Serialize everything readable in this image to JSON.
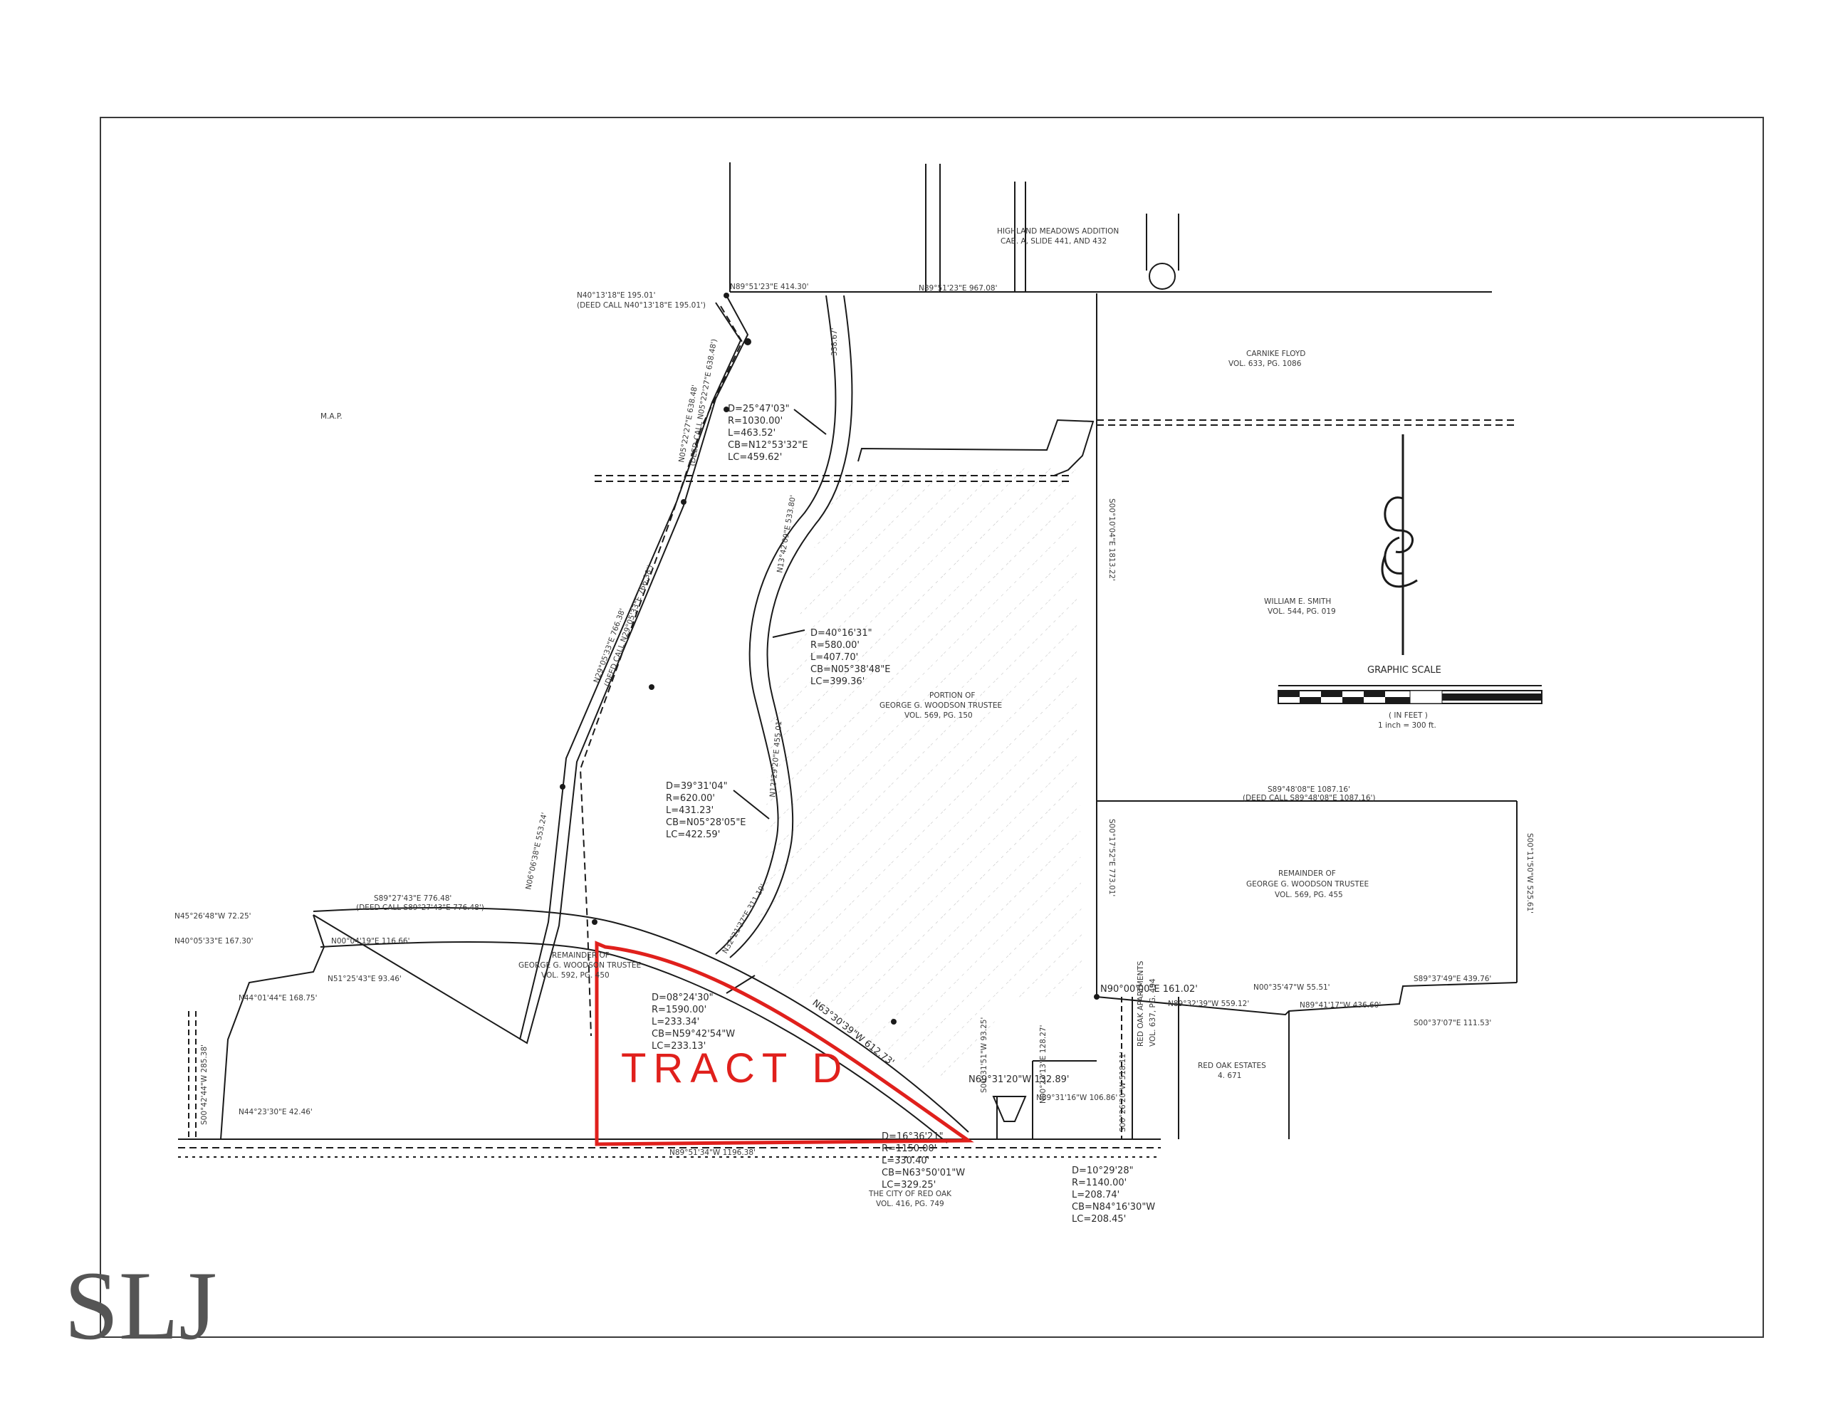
{
  "colors": {
    "line": "#1a1a1a",
    "tract_outline": "#e0201c",
    "logo": "#555555"
  },
  "logo": {
    "text": "SLJ"
  },
  "tract_label": "TRACT D",
  "subdivision": {
    "line1": "HIGHLAND MEADOWS ADDITION",
    "line2": "CAB. A, SLIDE 441, AND 432"
  },
  "map_note": "M.A.P.",
  "owners": {
    "carnike": {
      "line1": "CARNIKE FLOYD",
      "line2": "VOL. 633, PG. 1086"
    },
    "smith": {
      "line1": "WILLIAM E. SMITH",
      "line2": "VOL. 544, PG. 019"
    },
    "portion": {
      "line1": "PORTION OF",
      "line2": "GEORGE G. WOODSON TRUSTEE",
      "line3": "VOL. 569, PG. 150"
    },
    "remainder_east": {
      "line1": "REMAINDER OF",
      "line2": "GEORGE G. WOODSON TRUSTEE",
      "line3": "VOL. 569, PG. 455"
    },
    "remainder_west": {
      "line1": "REMAINDER OF",
      "line2": "GEORGE G. WOODSON TRUSTEE",
      "line3": "VOL. 592, PG. 450"
    },
    "red_oak_estates": {
      "line1": "RED OAK ESTATES",
      "line2": "4. 671"
    },
    "red_oak_apartments": {
      "line1": "RED OAK APARTMENTS",
      "line2": "VOL. 637, PG. 494"
    },
    "city": {
      "line1": "THE CITY OF RED OAK",
      "line2": "VOL. 416, PG. 749"
    }
  },
  "graphic_scale": {
    "title": "GRAPHIC SCALE",
    "unit": "( IN FEET )",
    "ratio": "1 inch = 300 ft."
  },
  "bearings": {
    "top_line": "N89°51'23\"E 967.08'",
    "top_short": "N89°51'23\"E 414.30'",
    "nw_corner": "N40°13'18\"E 195.01'",
    "nw_corner_deed": "(DEED CALL N40°13'18\"E 195.01')",
    "west_upper": "N05°22'27\"E 638.48'",
    "west_upper_deed": "(DEED CALL N05°22'27\"E 638.48')",
    "west_mid": "N29°05'33\"E 766.38'",
    "west_mid_deed": "(DEED CALL N29°05'33\"E 766.38')",
    "west_lower": "N06°06'38\"E 553.24'",
    "east_upper": "S00°10'04\"E 1813.22'",
    "east_lower": "S00°17'52\"E 773.01'",
    "curve_east_upper": "N13°42'09\"E 533.80'",
    "curve_east_mid": "N12°29'20\"E 455.01'",
    "curve_east_lower": "N32°21'37\"E 311.19'",
    "north_short": "338.67'",
    "sw_top": "S89°27'43\"E 776.48'",
    "sw_top_deed": "(DEED CALL S89°27'43\"E 776.48')",
    "s89_east": "S89°48'08\"E 1087.16'",
    "s89_east_deed": "(DEED CALL S89°48'08\"E 1087.16')",
    "east_edge": "S00°11'50\"W 525.61'",
    "n90": "N90°00'00\"E 161.02'",
    "n00_short": "N00°35'47\"W 55.51'",
    "n89_mid": "N89°32'39\"W 559.12'",
    "n89_right": "N89°41'17\"W 436.60'",
    "s89_right": "S89°37'49\"E 439.76'",
    "s00_right": "S00°37'07\"E 111.53'",
    "diag_main": "N63°30'39\"W 612.73'",
    "n69": "N69°31'20\"W 132.89'",
    "n89_lower": "N89°31'16\"W 106.86'",
    "s00_mid": "S00°31'51\"W 93.25'",
    "n00_mid": "N00°27'13\"E 128.27'",
    "s00_left": "S00°26'20\"W 518.11'",
    "west_block": "S00°42'44\"W 285.38'",
    "w1": "N45°26'48\"W 72.25'",
    "w2": "N40°05'33\"E 167.30'",
    "w3": "N00°04'19\"E 116.66'",
    "w4": "N51°25'43\"E 93.46'",
    "w5": "N44°01'44\"E 168.75'",
    "w6": "N44°23'30\"E 42.46'",
    "bottom": "N89°51'34\"W 1196.38'"
  },
  "curves": {
    "c1": {
      "D": "D=25°47'03\"",
      "R": "R=1030.00'",
      "L": "L=463.52'",
      "CB": "CB=N12°53'32\"E",
      "LC": "LC=459.62'"
    },
    "c2": {
      "D": "D=40°16'31\"",
      "R": "R=580.00'",
      "L": "L=407.70'",
      "CB": "CB=N05°38'48\"E",
      "LC": "LC=399.36'"
    },
    "c3": {
      "D": "D=39°31'04\"",
      "R": "R=620.00'",
      "L": "L=431.23'",
      "CB": "CB=N05°28'05\"E",
      "LC": "LC=422.59'"
    },
    "c4": {
      "D": "D=08°24'30\"",
      "R": "R=1590.00'",
      "L": "L=233.34'",
      "CB": "CB=N59°42'54\"W",
      "LC": "LC=233.13'"
    },
    "c5": {
      "D": "D=16°36'21\"",
      "R": "R=1150.00'",
      "L": "L=330.40'",
      "CB": "CB=N63°50'01\"W",
      "LC": "LC=329.25'"
    },
    "c6": {
      "D": "D=10°29'28\"",
      "R": "R=1140.00'",
      "L": "L=208.74'",
      "CB": "CB=N84°16'30\"W",
      "LC": "LC=208.45'"
    }
  }
}
